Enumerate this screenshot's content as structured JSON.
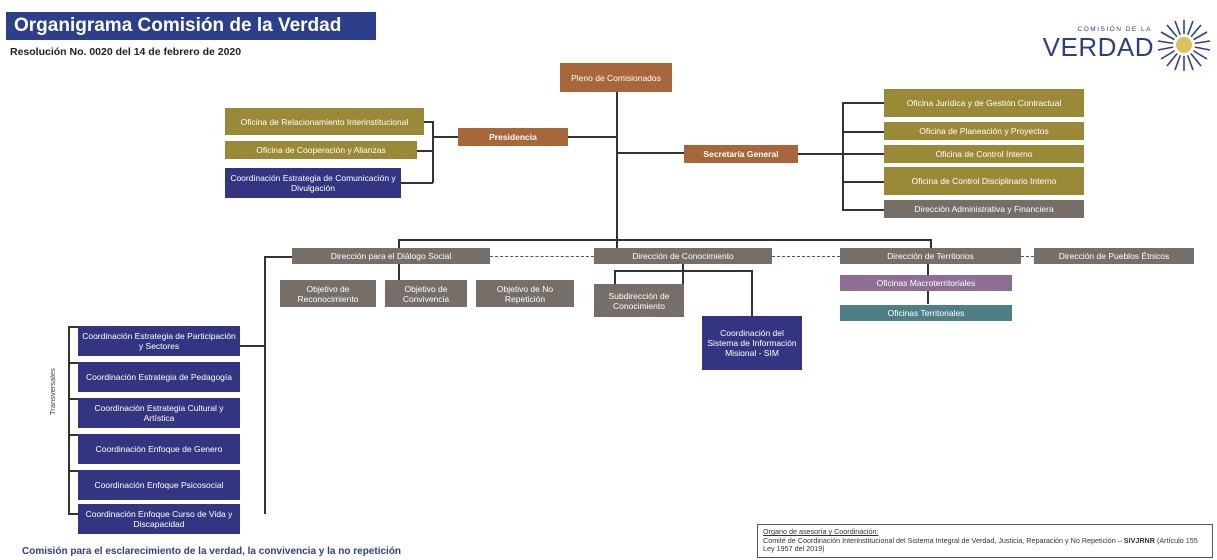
{
  "header": {
    "title": "Organigrama Comisión de la Verdad",
    "resolution": "Resolución No. 0020 del 14 de febrero de 2020"
  },
  "logo": {
    "top_text": "COMISIÓN DE LA",
    "main_text": "VERDAD"
  },
  "nodes": {
    "pleno": "Pleno de Comisionados",
    "presidencia": "Presidencia",
    "secretaria": "Secretaría General",
    "pres_children": [
      "Oficina de Relacionamiento Interinstitucional",
      "Oficina de Cooperación y Alianzas",
      "Coordinación Estrategia de Comunicación y Divulgación"
    ],
    "sec_children": [
      "Oficina Jurídica y de Gestión Contractual",
      "Oficina de Planeación y Proyectos",
      "Oficina de Control Interno",
      "Oficina de Control Disciplinario Interno",
      "Dirección Administrativa y Financiera"
    ],
    "dialogo": "Dirección para el Diálogo Social",
    "conocimiento": "Dirección de Conocimiento",
    "territorios": "Dirección de Territorios",
    "pueblos": "Dirección de Pueblos Étnicos",
    "objetivos": [
      "Objetivo de Reconocimiento",
      "Objetivo de Convivencia",
      "Objetivo de No Repetición"
    ],
    "subdireccion": "Subdirección de Conocimiento",
    "sim": "Coordinación del Sistema de Información Misional - SIM",
    "macro": "Oficinas Macroterritoriales",
    "territoriales": "Oficinas Territoriales",
    "transversales_label": "Transversales",
    "transversales": [
      "Coordinación Estrategia de Participación y Sectores",
      "Coordinación Estrategia de Pedagogía",
      "Coordinación Estrategia Cultural y Artística",
      "Coordinación Enfoque de Genero",
      "Coordinación Enfoque Psicosocial",
      "Coordinación Enfoque Curso de Vida y Discapacidad"
    ]
  },
  "advisory": {
    "heading": "Organo de asesoría y Coordinación:",
    "body": "Comité de Coordinación Interinstitucional del Sistema Integral de Verdad, Justicia, Reparación y No Repetición –",
    "acronym": "SIVJRNR",
    "ref": "(Artículo 155 Ley 1957 del 2019)"
  },
  "footer": {
    "title": "Comisión para el esclarecimiento de la verdad, la convivencia y la no repetición"
  },
  "colors": {
    "title_bar": "#2d3f8a",
    "olive": "#9a8a37",
    "rust": "#a8673a",
    "gray": "#766e69",
    "navy": "#343582",
    "mauve": "#8e6f94",
    "slate": "#4f7f86"
  }
}
